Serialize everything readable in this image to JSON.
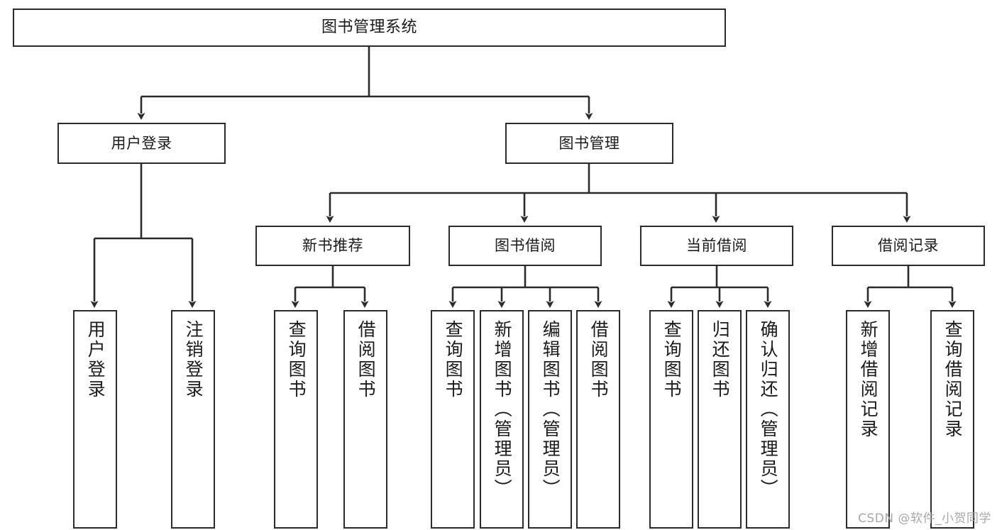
{
  "diagram": {
    "type": "tree-hierarchy",
    "title": "图书管理系统",
    "root": {
      "label": "图书管理系统"
    },
    "tier2": [
      {
        "label": "用户登录"
      },
      {
        "label": "图书管理"
      }
    ],
    "tier3": [
      {
        "label": "新书推荐"
      },
      {
        "label": "图书借阅"
      },
      {
        "label": "当前借阅"
      },
      {
        "label": "借阅记录"
      }
    ],
    "leaves": {
      "user_login": [
        {
          "label": "用户登录"
        },
        {
          "label": "注销登录"
        }
      ],
      "new_book_recommend": [
        {
          "label": "查询图书"
        },
        {
          "label": "借阅图书"
        }
      ],
      "book_borrow": [
        {
          "label": "查询图书"
        },
        {
          "label": "新增图书（管理员）"
        },
        {
          "label": "编辑图书（管理员）"
        },
        {
          "label": "借阅图书"
        }
      ],
      "current_borrow": [
        {
          "label": "查询图书"
        },
        {
          "label": "归还图书"
        },
        {
          "label": "确认归还（管理员）"
        }
      ],
      "borrow_record": [
        {
          "label": "新增借阅记录"
        },
        {
          "label": "查询借阅记录"
        }
      ]
    }
  },
  "watermark": {
    "text": "CSDN @软件_小贺同学"
  },
  "colors": {
    "stroke": "#2b2b2b",
    "text": "#1b1b1b",
    "background": "#ffffff",
    "watermark": "#a8a8a8"
  }
}
